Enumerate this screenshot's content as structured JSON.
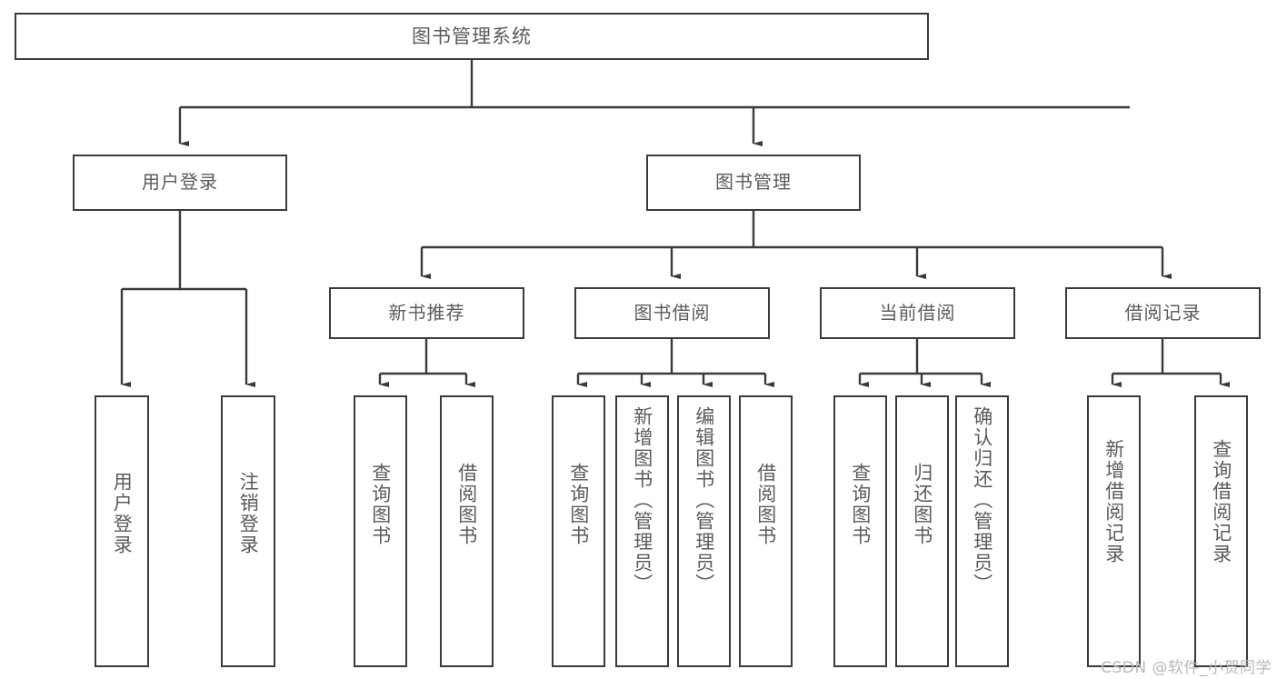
{
  "diagram": {
    "title": "图书管理系统",
    "type": "hierarchy-tree",
    "watermark": "CSDN @软件_小贺同学",
    "colors": {
      "border": "#3a3a3a",
      "text": "#5b5b5b",
      "background": "#ffffff",
      "watermark": "#b9b9b9"
    },
    "nodes": {
      "root": {
        "label": "图书管理系统",
        "level": 1
      },
      "l2": [
        {
          "label": "用户登录",
          "level": 2
        },
        {
          "label": "图书管理",
          "level": 2
        }
      ],
      "l3": [
        {
          "label": "新书推荐",
          "level": 3
        },
        {
          "label": "图书借阅",
          "level": 3
        },
        {
          "label": "当前借阅",
          "level": 3
        },
        {
          "label": "借阅记录",
          "level": 3
        }
      ],
      "leaves": [
        {
          "label": "用户登录",
          "parent": "用户登录"
        },
        {
          "label": "注销登录",
          "parent": "用户登录"
        },
        {
          "label": "查询图书",
          "parent": "新书推荐"
        },
        {
          "label": "借阅图书",
          "parent": "新书推荐"
        },
        {
          "label": "查询图书",
          "parent": "图书借阅"
        },
        {
          "label": "新增图书（管理员）",
          "parent": "图书借阅"
        },
        {
          "label": "编辑图书（管理员）",
          "parent": "图书借阅"
        },
        {
          "label": "借阅图书",
          "parent": "图书借阅"
        },
        {
          "label": "查询图书",
          "parent": "当前借阅"
        },
        {
          "label": "归还图书",
          "parent": "当前借阅"
        },
        {
          "label": "确认归还（管理员）",
          "parent": "当前借阅"
        },
        {
          "label": "新增借阅记录",
          "parent": "借阅记录"
        },
        {
          "label": "查询借阅记录",
          "parent": "借阅记录"
        }
      ]
    }
  }
}
